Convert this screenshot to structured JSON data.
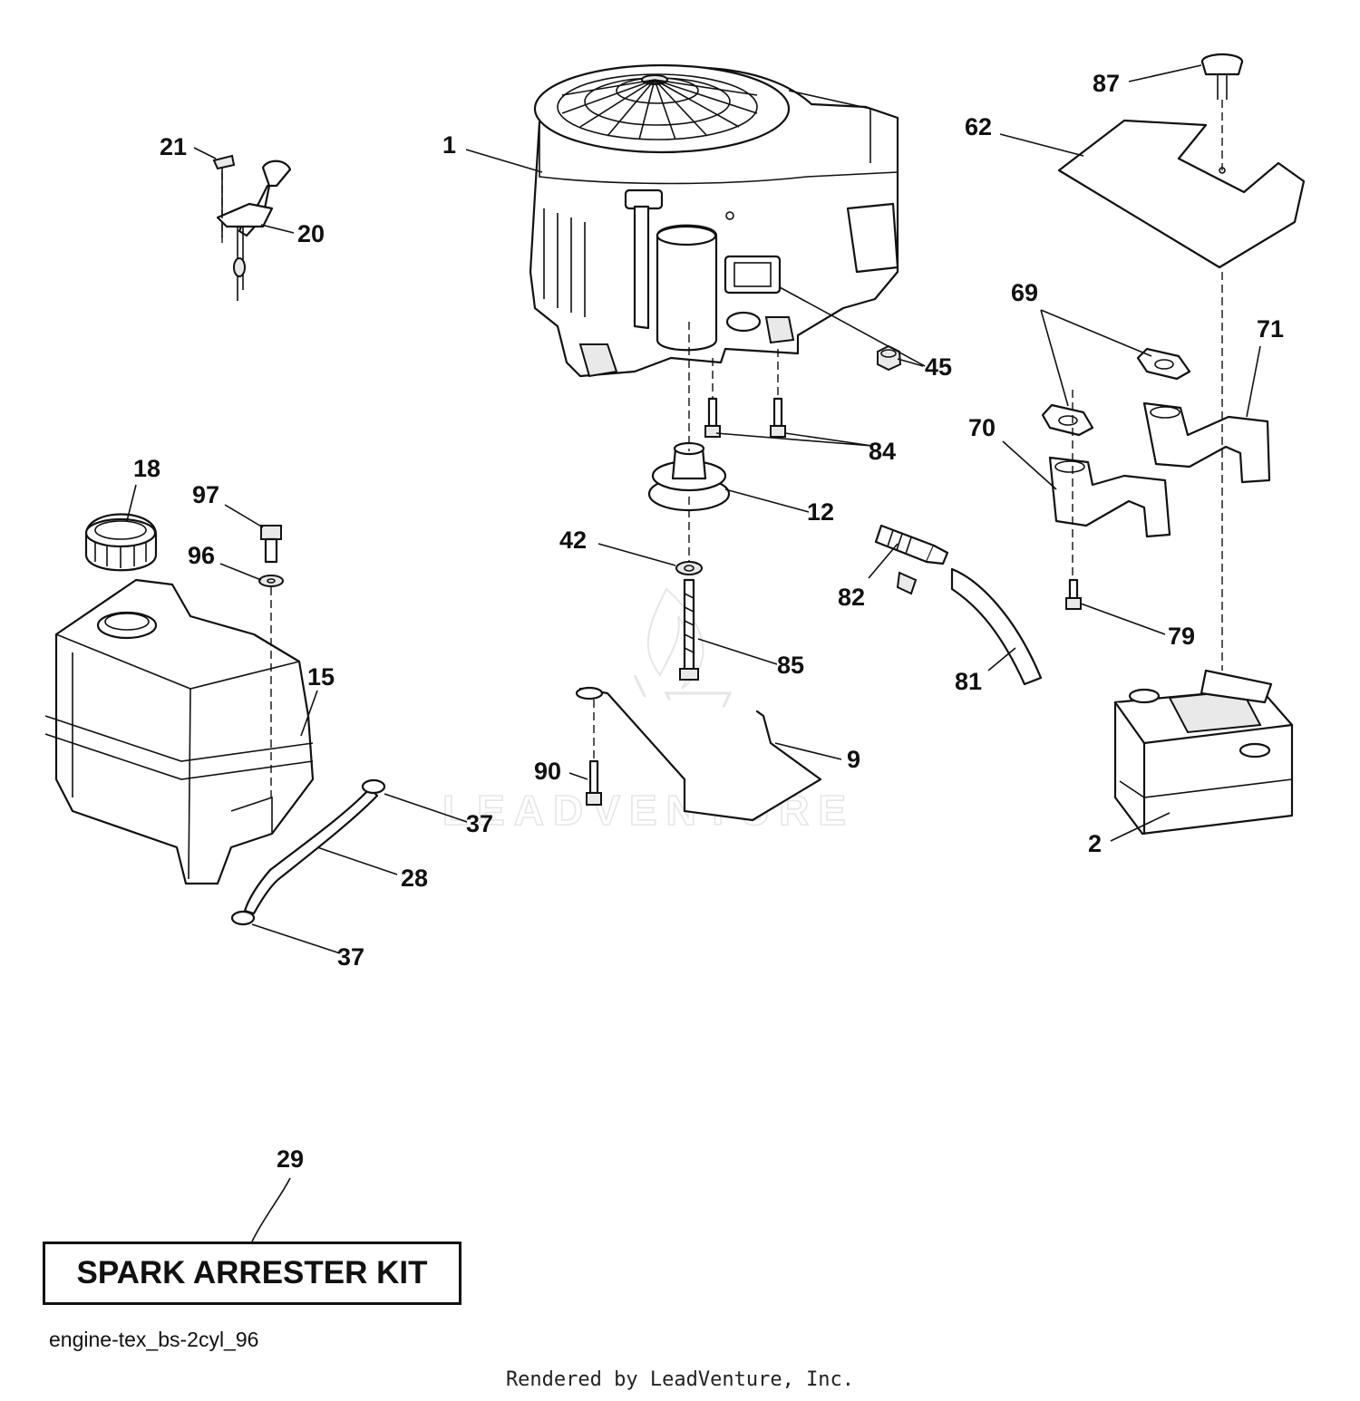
{
  "diagram": {
    "callouts": [
      "1",
      "21",
      "20",
      "87",
      "62",
      "45",
      "69",
      "71",
      "84",
      "70",
      "18",
      "97",
      "12",
      "42",
      "82",
      "96",
      "79",
      "85",
      "15",
      "81",
      "9",
      "90",
      "37",
      "28",
      "37",
      "2",
      "29"
    ],
    "kit_label": "SPARK ARRESTER KIT",
    "diagram_code": "engine-tex_bs-2cyl_96",
    "credit": "Rendered by LeadVenture, Inc.",
    "watermark": "LEADVENTURE"
  },
  "colors": {
    "line": "#111111",
    "watermark": "#e6e6e6"
  }
}
